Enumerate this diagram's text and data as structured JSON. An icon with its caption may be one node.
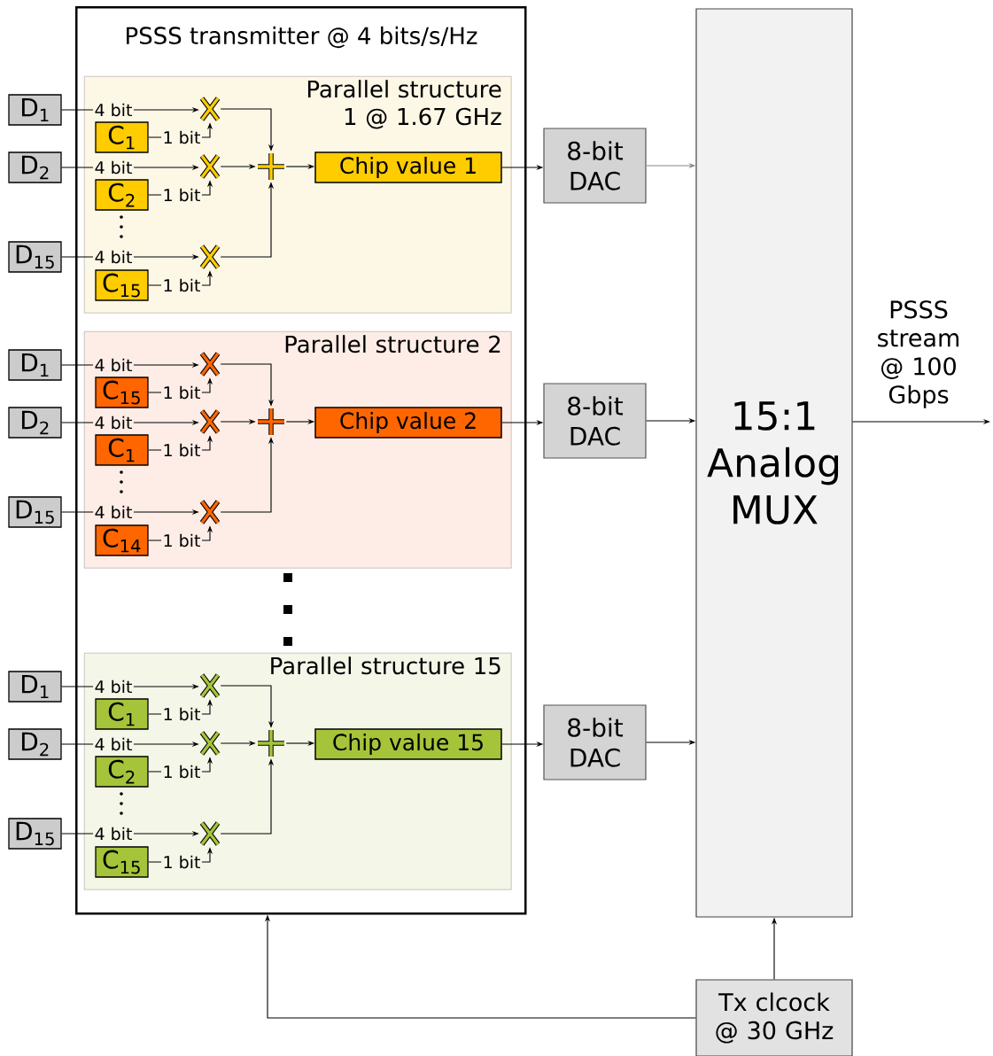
{
  "diagram": {
    "nodes": [
      {
        "text": [
          "PSSS transmitter @ 4 bits/s/Hz"
        ]
      },
      {
        "text": [
          "Parallel structure 1 @ 1.67 GHz"
        ],
        "in": 0
      },
      {
        "text": [
          "D$_{1}$"
        ]
      },
      {
        "text": [
          "D$_{2}$"
        ]
      },
      {
        "text": [
          "D$_{15}$"
        ]
      },
      {
        "text": [
          "C$_{1}$"
        ],
        "in": 1
      },
      {
        "text": [
          "C$_{2}$"
        ],
        "in": 1
      },
      {
        "text": [
          "C$_{15}$"
        ],
        "in": 1
      },
      {
        "text": [],
        "shape": "cross",
        "in": 1
      },
      {
        "text": [],
        "shape": "cross",
        "in": 1
      },
      {
        "text": [],
        "shape": "cross",
        "in": 1
      },
      {
        "text": [],
        "shape": "plus",
        "in": 1
      },
      {
        "text": [
          "Chip value 1"
        ],
        "in": 1
      },
      {
        "text": [
          "8-bit DAC"
        ]
      },
      {
        "text": [
          "Parallel structure 2"
        ],
        "in": 0
      },
      {
        "text": [
          "D$_{1}$"
        ]
      },
      {
        "text": [
          "D$_{2}$"
        ]
      },
      {
        "text": [
          "D$_{15}$"
        ]
      },
      {
        "text": [
          "C$_{15}$"
        ],
        "in": 14
      },
      {
        "text": [
          "C$_{1}$"
        ],
        "in": 14
      },
      {
        "text": [
          "C$_{14}$"
        ],
        "in": 14
      },
      {
        "text": [],
        "shape": "cross",
        "in": 14
      },
      {
        "text": [],
        "shape": "cross",
        "in": 14
      },
      {
        "text": [],
        "shape": "cross",
        "in": 14
      },
      {
        "text": [],
        "shape": "plus",
        "in": 14
      },
      {
        "text": [
          "Chip value 2"
        ],
        "in": 14
      },
      {
        "text": [
          "8-bit DAC"
        ]
      },
      {
        "text": [
          "Parallel structure 15"
        ],
        "in": 0
      },
      {
        "text": [
          "D$_{1}$"
        ]
      },
      {
        "text": [
          "D$_{2}$"
        ]
      },
      {
        "text": [
          "D$_{15}$"
        ]
      },
      {
        "text": [
          "C$_{1}$"
        ],
        "in": 27
      },
      {
        "text": [
          "C$_{2}$"
        ],
        "in": 27
      },
      {
        "text": [
          "C$_{15}$"
        ],
        "in": 27
      },
      {
        "text": [],
        "shape": "cross",
        "in": 27
      },
      {
        "text": [],
        "shape": "cross",
        "in": 27
      },
      {
        "text": [],
        "shape": "cross",
        "in": 27
      },
      {
        "text": [],
        "shape": "plus",
        "in": 27
      },
      {
        "text": [
          "Chip value 15"
        ],
        "in": 27
      },
      {
        "text": [
          "8-bit DAC"
        ]
      },
      {
        "text": [
          "15:1 Analog MUX"
        ]
      },
      {
        "text": [
          "Tx clcock @ 30 GHz"
        ]
      }
    ],
    "edges": [
      {
        "from": 2,
        "to": 8,
        "arrow": "to",
        "label": "4 bit"
      },
      {
        "from": 3,
        "to": 9,
        "arrow": "to",
        "label": "4 bit"
      },
      {
        "from": 4,
        "to": 10,
        "arrow": "to",
        "label": "4 bit"
      },
      {
        "from": 5,
        "to": 8,
        "arrow": "to",
        "label": "1 bit"
      },
      {
        "from": 6,
        "to": 9,
        "arrow": "to",
        "label": "1 bit"
      },
      {
        "from": 7,
        "to": 10,
        "arrow": "to",
        "label": "1 bit"
      },
      {
        "from": 8,
        "to": 11,
        "arrow": "to"
      },
      {
        "from": 9,
        "to": 11,
        "arrow": "to"
      },
      {
        "from": 10,
        "to": 11,
        "arrow": "to"
      },
      {
        "from": 11,
        "to": 12,
        "arrow": "to"
      },
      {
        "from": 12,
        "to": 13,
        "arrow": "to"
      },
      {
        "from": 13,
        "to": 40,
        "arrow": "to",
        "color": "#888888"
      },
      {
        "from": 15,
        "to": 21,
        "arrow": "to",
        "label": "4 bit"
      },
      {
        "from": 16,
        "to": 22,
        "arrow": "to",
        "label": "4 bit"
      },
      {
        "from": 17,
        "to": 23,
        "arrow": "to",
        "label": "4 bit"
      },
      {
        "from": 18,
        "to": 21,
        "arrow": "to",
        "label": "1 bit"
      },
      {
        "from": 19,
        "to": 22,
        "arrow": "to",
        "label": "1 bit"
      },
      {
        "from": 20,
        "to": 23,
        "arrow": "to",
        "label": "1 bit"
      },
      {
        "from": 21,
        "to": 24,
        "arrow": "to"
      },
      {
        "from": 22,
        "to": 24,
        "arrow": "to"
      },
      {
        "from": 23,
        "to": 24,
        "arrow": "to"
      },
      {
        "from": 24,
        "to": 25,
        "arrow": "to"
      },
      {
        "from": 25,
        "to": 26,
        "arrow": "to"
      },
      {
        "from": 26,
        "to": 40,
        "arrow": "to"
      },
      {
        "from": 28,
        "to": 34,
        "arrow": "to",
        "label": "4 bit"
      },
      {
        "from": 29,
        "to": 35,
        "arrow": "to",
        "label": "4 bit"
      },
      {
        "from": 30,
        "to": 36,
        "arrow": "to",
        "label": "4 bit"
      },
      {
        "from": 31,
        "to": 34,
        "arrow": "to",
        "label": "1 bit"
      },
      {
        "from": 32,
        "to": 35,
        "arrow": "to",
        "label": "1 bit"
      },
      {
        "from": 33,
        "to": 36,
        "arrow": "to",
        "label": "1 bit"
      },
      {
        "from": 34,
        "to": 37,
        "arrow": "to"
      },
      {
        "from": 35,
        "to": 37,
        "arrow": "to"
      },
      {
        "from": 36,
        "to": 37,
        "arrow": "to"
      },
      {
        "from": 37,
        "to": 38,
        "arrow": "to"
      },
      {
        "from": 38,
        "to": 39,
        "arrow": "to"
      },
      {
        "from": 39,
        "to": 40,
        "arrow": "to"
      },
      {
        "from": 41,
        "to": 40,
        "arrow": "to"
      },
      {
        "from": 41,
        "to": 0,
        "arrow": "to"
      },
      {
        "from": 40,
        "to": null,
        "arrow": "to",
        "label": "PSSS stream @ 100 Gbps"
      }
    ]
  }
}
